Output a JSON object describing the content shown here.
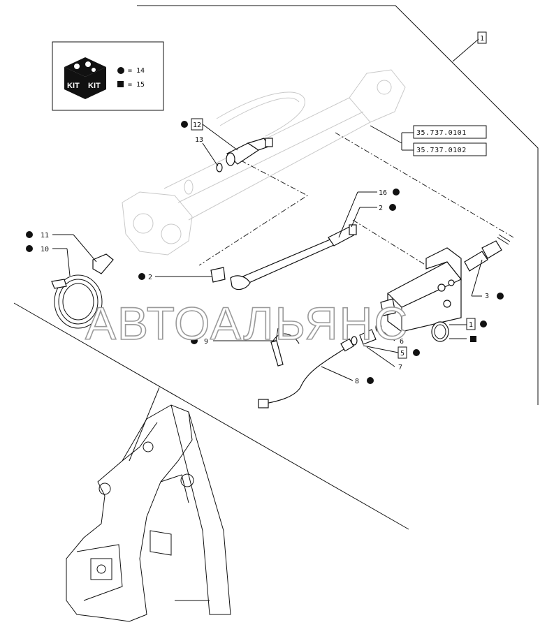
{
  "kit": {
    "icon_text_1": "KIT",
    "icon_text_2": "KIT",
    "legend": [
      {
        "symbol": "dot",
        "text": "= 14"
      },
      {
        "symbol": "square",
        "text": "= 15"
      }
    ]
  },
  "references": {
    "ref_a": "35.737.0101",
    "ref_b": "35.737.0102"
  },
  "boxed_labels": {
    "top": "1",
    "fitting": "12",
    "washer": "5",
    "oring": "1"
  },
  "labels": {
    "l13": "13",
    "l11": "11",
    "l10": "10",
    "l16": "16",
    "l2a": "2",
    "l2b": "2",
    "l3": "3",
    "l9": "9",
    "l6": "6",
    "l7": "7",
    "l8": "8"
  },
  "watermark": "АВТОАЛЬЯНС",
  "colors": {
    "ink": "#111111",
    "ghost": "#c9c9c9",
    "watermark_stroke": "#9a9a9a"
  }
}
